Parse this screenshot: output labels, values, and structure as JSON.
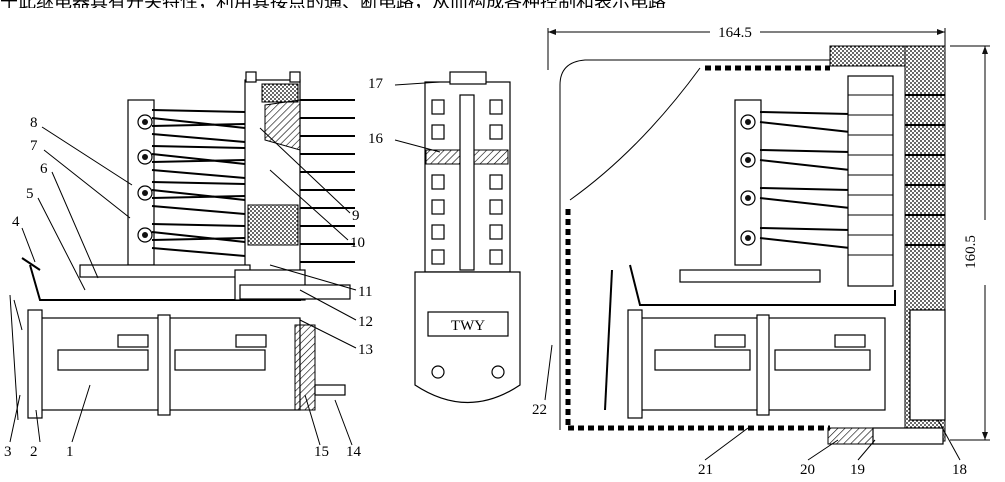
{
  "top_caption": "于此继电器具有开关特性，利用其接点的通、断电路，从而构成各种控制和表示电路",
  "left_view": {
    "labels": [
      "1",
      "2",
      "3",
      "4",
      "5",
      "6",
      "7",
      "8",
      "9",
      "10",
      "11",
      "12",
      "13",
      "14",
      "15"
    ]
  },
  "middle_view": {
    "labels": [
      "16",
      "17"
    ],
    "plate_text": "TWY"
  },
  "right_view": {
    "labels": [
      "18",
      "19",
      "20",
      "21",
      "22"
    ],
    "dim_width": "164.5",
    "dim_height": "160.5"
  }
}
